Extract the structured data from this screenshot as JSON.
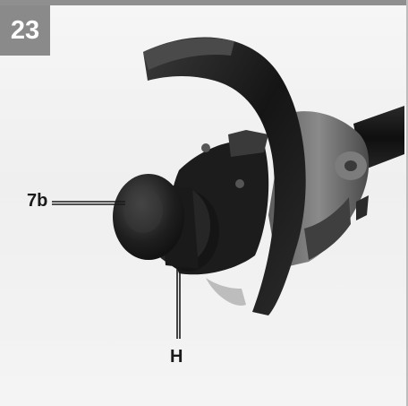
{
  "figure": {
    "number": "23",
    "callouts": [
      {
        "id": "7b",
        "label": "7b"
      },
      {
        "id": "H",
        "label": "H"
      }
    ]
  },
  "colors": {
    "badge_background": "#8a8a8a",
    "badge_text": "#ffffff",
    "guard_plastic": "#1f1f1f",
    "housing_grey": "#6b6b6b",
    "leader_line": "#1a1a1a"
  },
  "depicted_items": [
    "trimmer-head-assembly",
    "spool-cap",
    "line-guard",
    "motor-housing",
    "shaft-tube"
  ]
}
